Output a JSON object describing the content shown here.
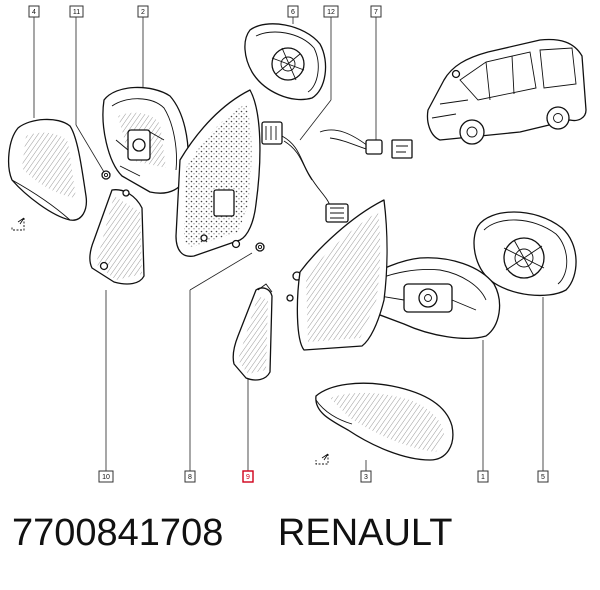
{
  "callouts": [
    {
      "id": "c4",
      "label": "4"
    },
    {
      "id": "c11",
      "label": "11"
    },
    {
      "id": "c2",
      "label": "2"
    },
    {
      "id": "c6",
      "label": "6"
    },
    {
      "id": "c12",
      "label": "12"
    },
    {
      "id": "c7",
      "label": "7"
    },
    {
      "id": "c10",
      "label": "10"
    },
    {
      "id": "c8",
      "label": "8"
    },
    {
      "id": "c9",
      "label": "9",
      "highlight": true
    },
    {
      "id": "c3",
      "label": "3"
    },
    {
      "id": "c1",
      "label": "1"
    },
    {
      "id": "c5",
      "label": "5"
    }
  ],
  "footer": {
    "part_number": "7700841708",
    "brand": "RENAULT"
  },
  "colors": {
    "highlight": "#d0001a",
    "line": "#111111"
  }
}
